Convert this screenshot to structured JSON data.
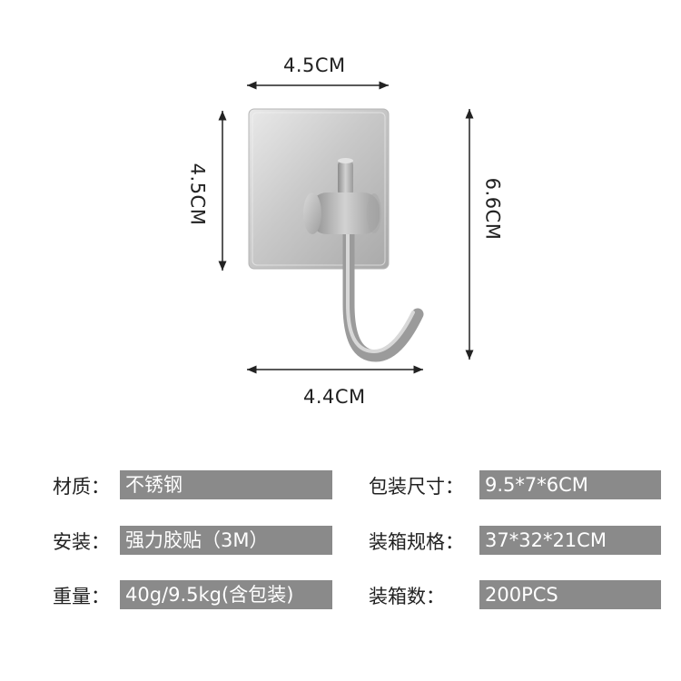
{
  "dimensions": {
    "top_width": "4.5CM",
    "left_height": "4.5CM",
    "right_height": "6.6CM",
    "bottom_width": "4.4CM"
  },
  "specs": {
    "material": {
      "label": "材质：",
      "value": "不锈钢"
    },
    "package_size": {
      "label": "包装尺寸：",
      "value": "9.5*7*6CM"
    },
    "install": {
      "label": "安装：",
      "value": "强力胶贴（3M）"
    },
    "carton_size": {
      "label": "装箱规格：",
      "value": "37*32*21CM"
    },
    "weight": {
      "label": "重量：",
      "value": "40g/9.5kg(含包装)"
    },
    "carton_qty": {
      "label": "装箱数：",
      "value": "200PCS"
    }
  }
}
